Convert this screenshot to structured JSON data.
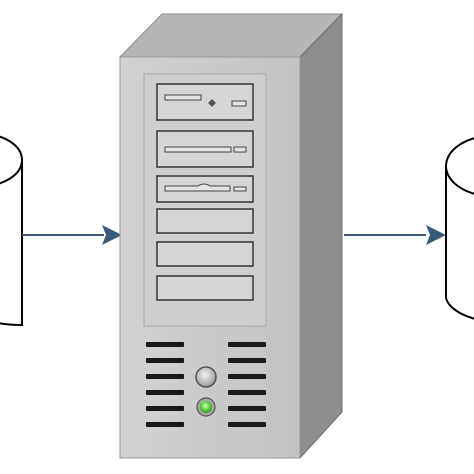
{
  "diagram": {
    "nodes": [
      {
        "id": "source-database",
        "shape": "cylinder",
        "label": ""
      },
      {
        "id": "server-tower",
        "shape": "tower-server",
        "label": ""
      },
      {
        "id": "target-database",
        "shape": "cylinder",
        "label": ""
      }
    ],
    "edges": [
      {
        "from": "source-database",
        "to": "server-tower",
        "label": ""
      },
      {
        "from": "server-tower",
        "to": "target-database",
        "label": ""
      }
    ],
    "colors": {
      "arrow": "#3a5a7c",
      "outline": "#000000",
      "server_front": "#c9c9c9",
      "server_top": "#b3b3b3",
      "server_side": "#8c8c8c",
      "power_led": "#55d13a"
    },
    "server": {
      "drive_bays": [
        {
          "type": "optical-drive"
        },
        {
          "type": "optical-drive"
        },
        {
          "type": "floppy-drive"
        },
        {
          "type": "blank"
        },
        {
          "type": "blank"
        },
        {
          "type": "blank"
        }
      ],
      "vent_rows": 6,
      "buttons": [
        {
          "type": "power-button"
        },
        {
          "type": "power-led",
          "state": "on"
        }
      ]
    }
  }
}
